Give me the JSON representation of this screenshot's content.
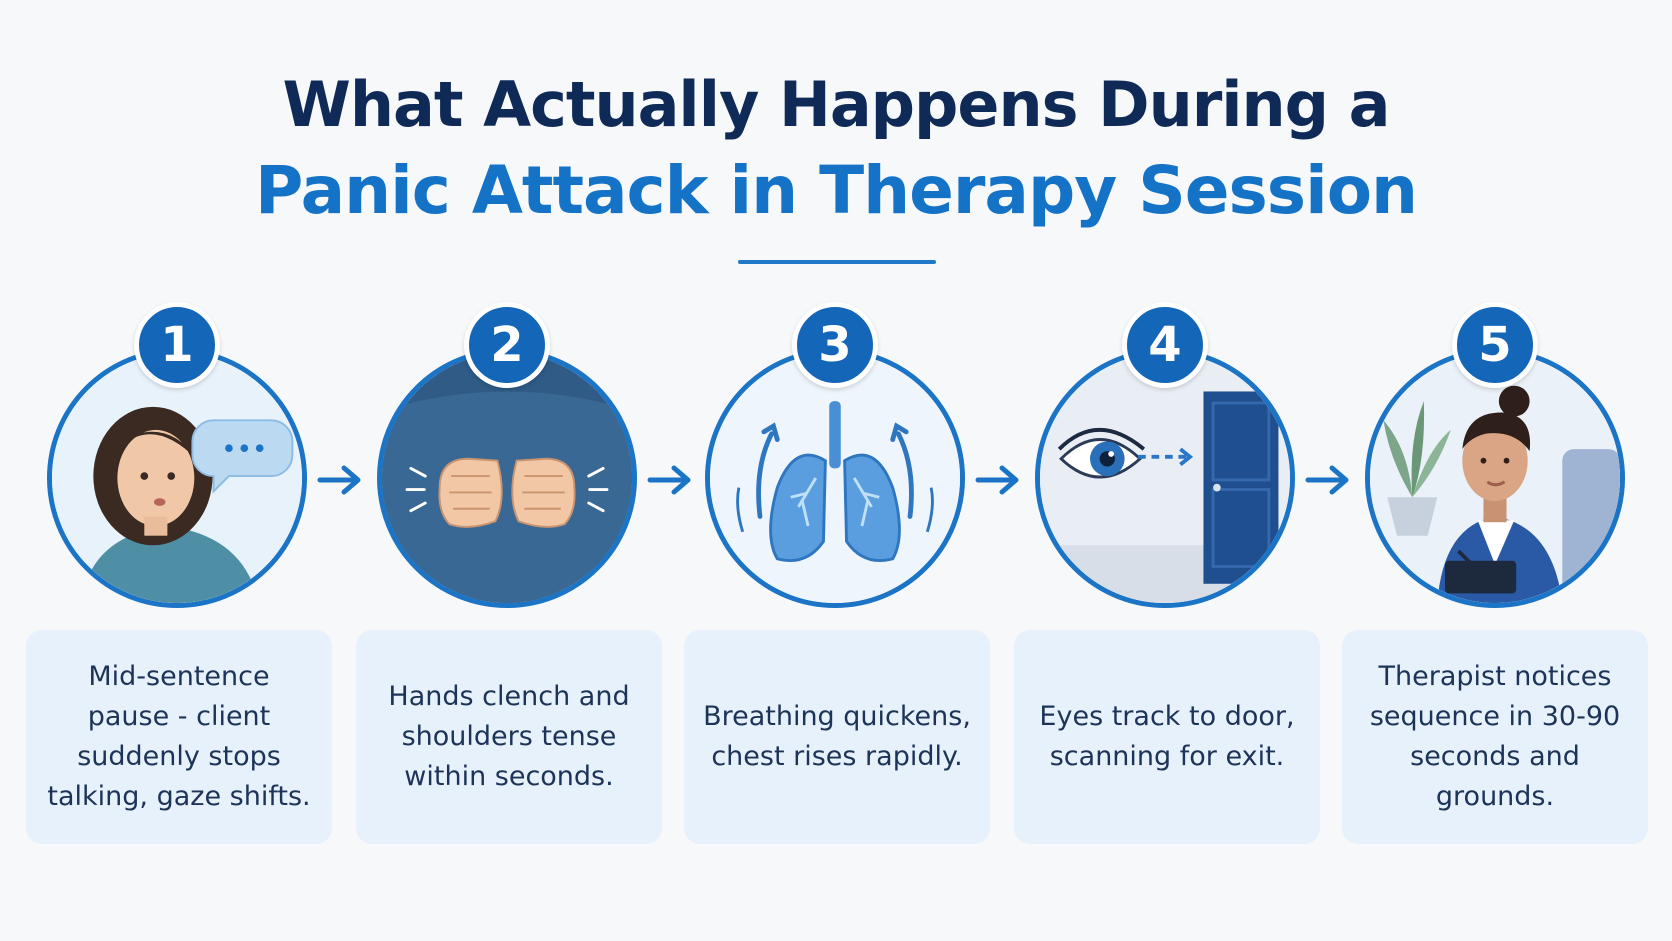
{
  "header": {
    "title_line1": "What Actually Happens During a",
    "title_line2": "Panic Attack in Therapy Session"
  },
  "steps": [
    {
      "number": "1",
      "icon": "speech-pause-icon",
      "text": "Mid-sentence pause - client suddenly stops talking, gaze shifts."
    },
    {
      "number": "2",
      "icon": "clenched-hands-icon",
      "text": "Hands clench and shoulders tense within seconds."
    },
    {
      "number": "3",
      "icon": "lungs-icon",
      "text": "Breathing quickens, chest rises rapidly."
    },
    {
      "number": "4",
      "icon": "eye-door-icon",
      "text": "Eyes track to door, scanning for exit."
    },
    {
      "number": "5",
      "icon": "therapist-icon",
      "text": "Therapist notices sequence in 30-90 seconds and grounds."
    }
  ],
  "colors": {
    "accent": "#1b74c5",
    "title_dark": "#102a58",
    "title_blue": "#1573c7",
    "card_bg": "#e7f1fb"
  }
}
